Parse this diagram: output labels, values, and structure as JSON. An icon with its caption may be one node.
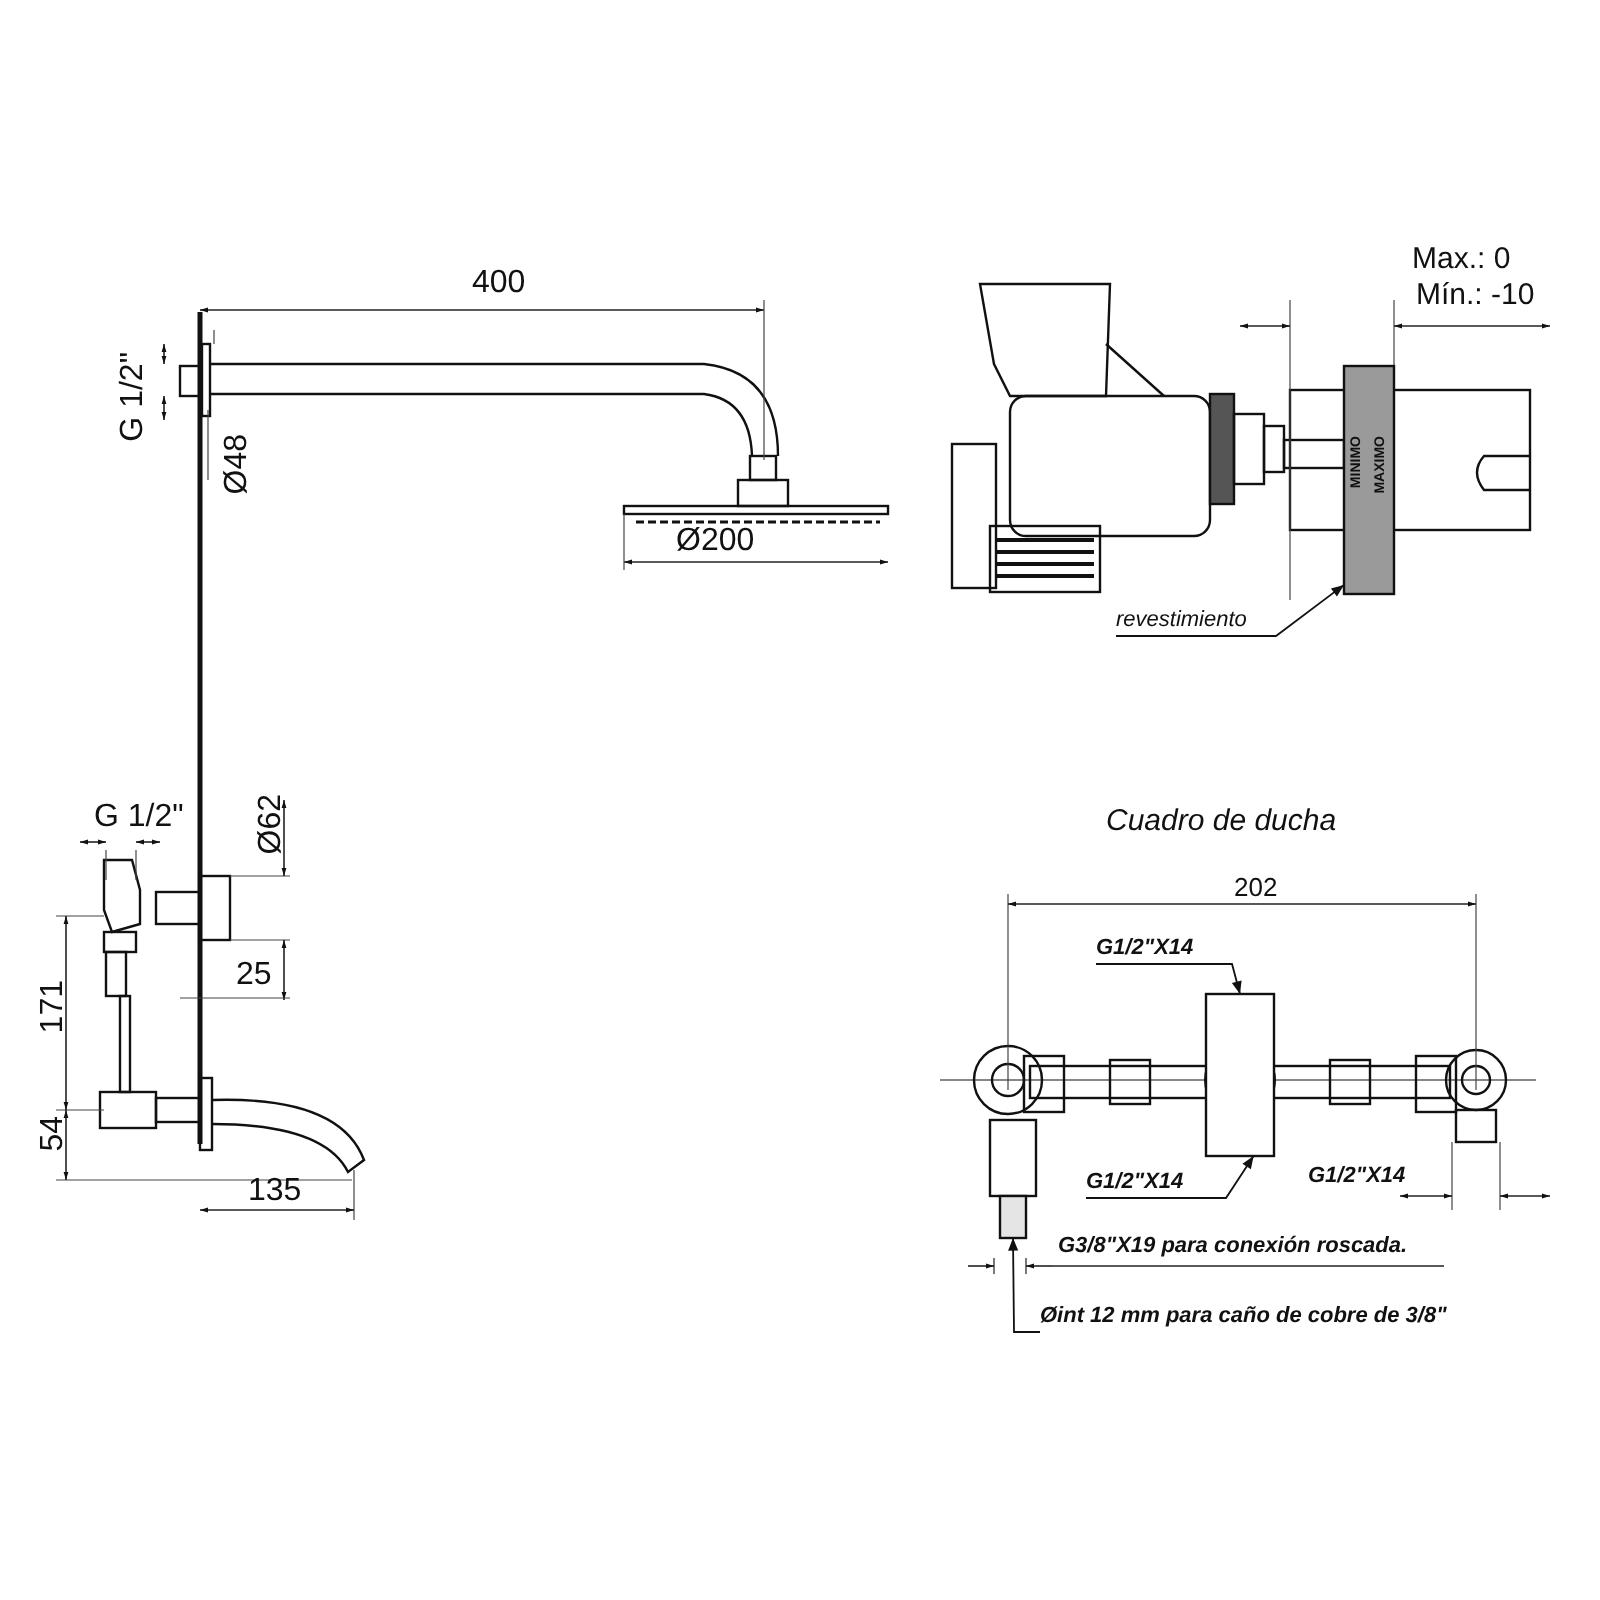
{
  "diagram": {
    "title": "Cuadro de ducha",
    "nodes": [
      {
        "text": [
          "revestimiento"
        ]
      },
      {
        "text": [],
        "shape": "bar"
      },
      {
        "text": [
          "G1/2\"X14"
        ]
      },
      {
        "text": [],
        "shape": "box"
      },
      {
        "text": [
          "G1/2\"X14"
        ]
      },
      {
        "text": [
          "Øint 12 mm para caño de cobre de 3/8\""
        ]
      },
      {
        "text": [],
        "shape": "bar"
      }
    ],
    "edges": [
      {
        "from": 0,
        "to": 1,
        "arrow": "to"
      },
      {
        "from": 2,
        "to": 3,
        "arrow": "to"
      },
      {
        "from": 4,
        "to": 3,
        "arrow": "to"
      },
      {
        "from": 5,
        "to": 6,
        "arrow": "to"
      }
    ],
    "labels": [
      "400",
      "G 1/2\"",
      "Ø48",
      "Ø200",
      "Max.: 0",
      "Mín.: -10",
      "MINIMO",
      "MAXIMO",
      "G 1/2\"",
      "Ø62",
      "25",
      "171",
      "54",
      "135",
      "202",
      "G1/2\"X14",
      "G3/8\"X19 para conexión roscada."
    ]
  }
}
